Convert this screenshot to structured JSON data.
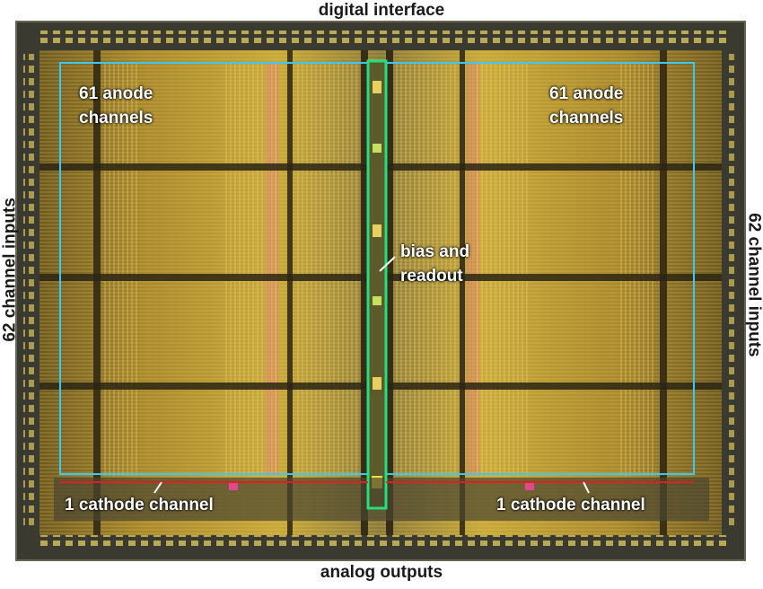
{
  "labels": {
    "top": "digital interface",
    "bottom": "analog outputs",
    "left_side": "62 channel inputs",
    "right_side": "62 channel inputs",
    "anode_left_line1": "61 anode",
    "anode_left_line2": "channels",
    "anode_right_line1": "61 anode",
    "anode_right_line2": "channels",
    "center_line1": "bias and",
    "center_line2": "readout",
    "cathode_left": "1 cathode channel",
    "cathode_right": "1 cathode channel"
  },
  "colors": {
    "anode_region_outline": "#3cc8f0",
    "center_region_outline": "#22e07a",
    "cathode_line": "#e02020",
    "chip_gold": "#b8962a",
    "chip_dark": "#2a2414",
    "pink_traces": "#e85a8a"
  }
}
